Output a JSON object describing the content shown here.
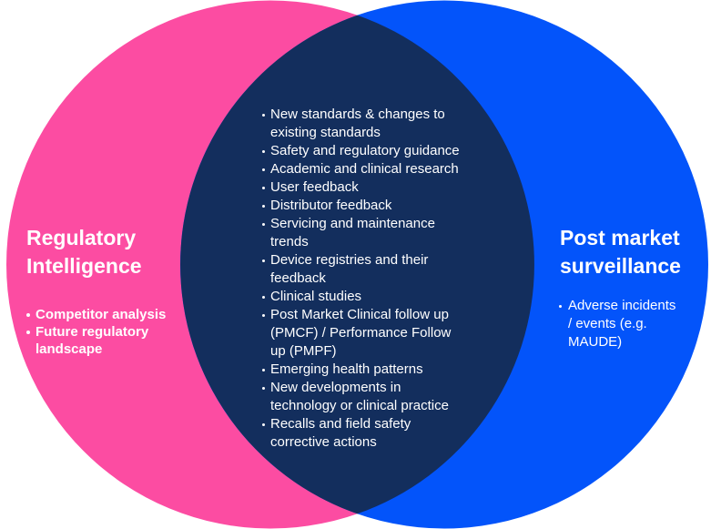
{
  "left_circle": {
    "title": "Regulatory Intelligence",
    "color": "#FC4CA2",
    "items": [
      "Competitor analysis",
      "Future regulatory landscape"
    ]
  },
  "right_circle": {
    "title": "Post market surveillance",
    "color": "#0354FA",
    "items": [
      "Adverse incidents / events (e.g. MAUDE)"
    ]
  },
  "intersection": {
    "color": "#132E5D",
    "items": [
      "New standards & changes to existing standards",
      "Safety and regulatory guidance",
      "Academic and clinical research",
      "User feedback",
      "Distributor feedback",
      "Servicing and maintenance trends",
      "Device registries and their feedback",
      "Clinical studies",
      "Post Market Clinical follow up (PMCF) / Performance Follow up (PMPF)",
      "Emerging health patterns",
      "New developments in technology or clinical practice",
      "Recalls and field safety corrective actions"
    ]
  },
  "text_color": "#FFFFFF"
}
